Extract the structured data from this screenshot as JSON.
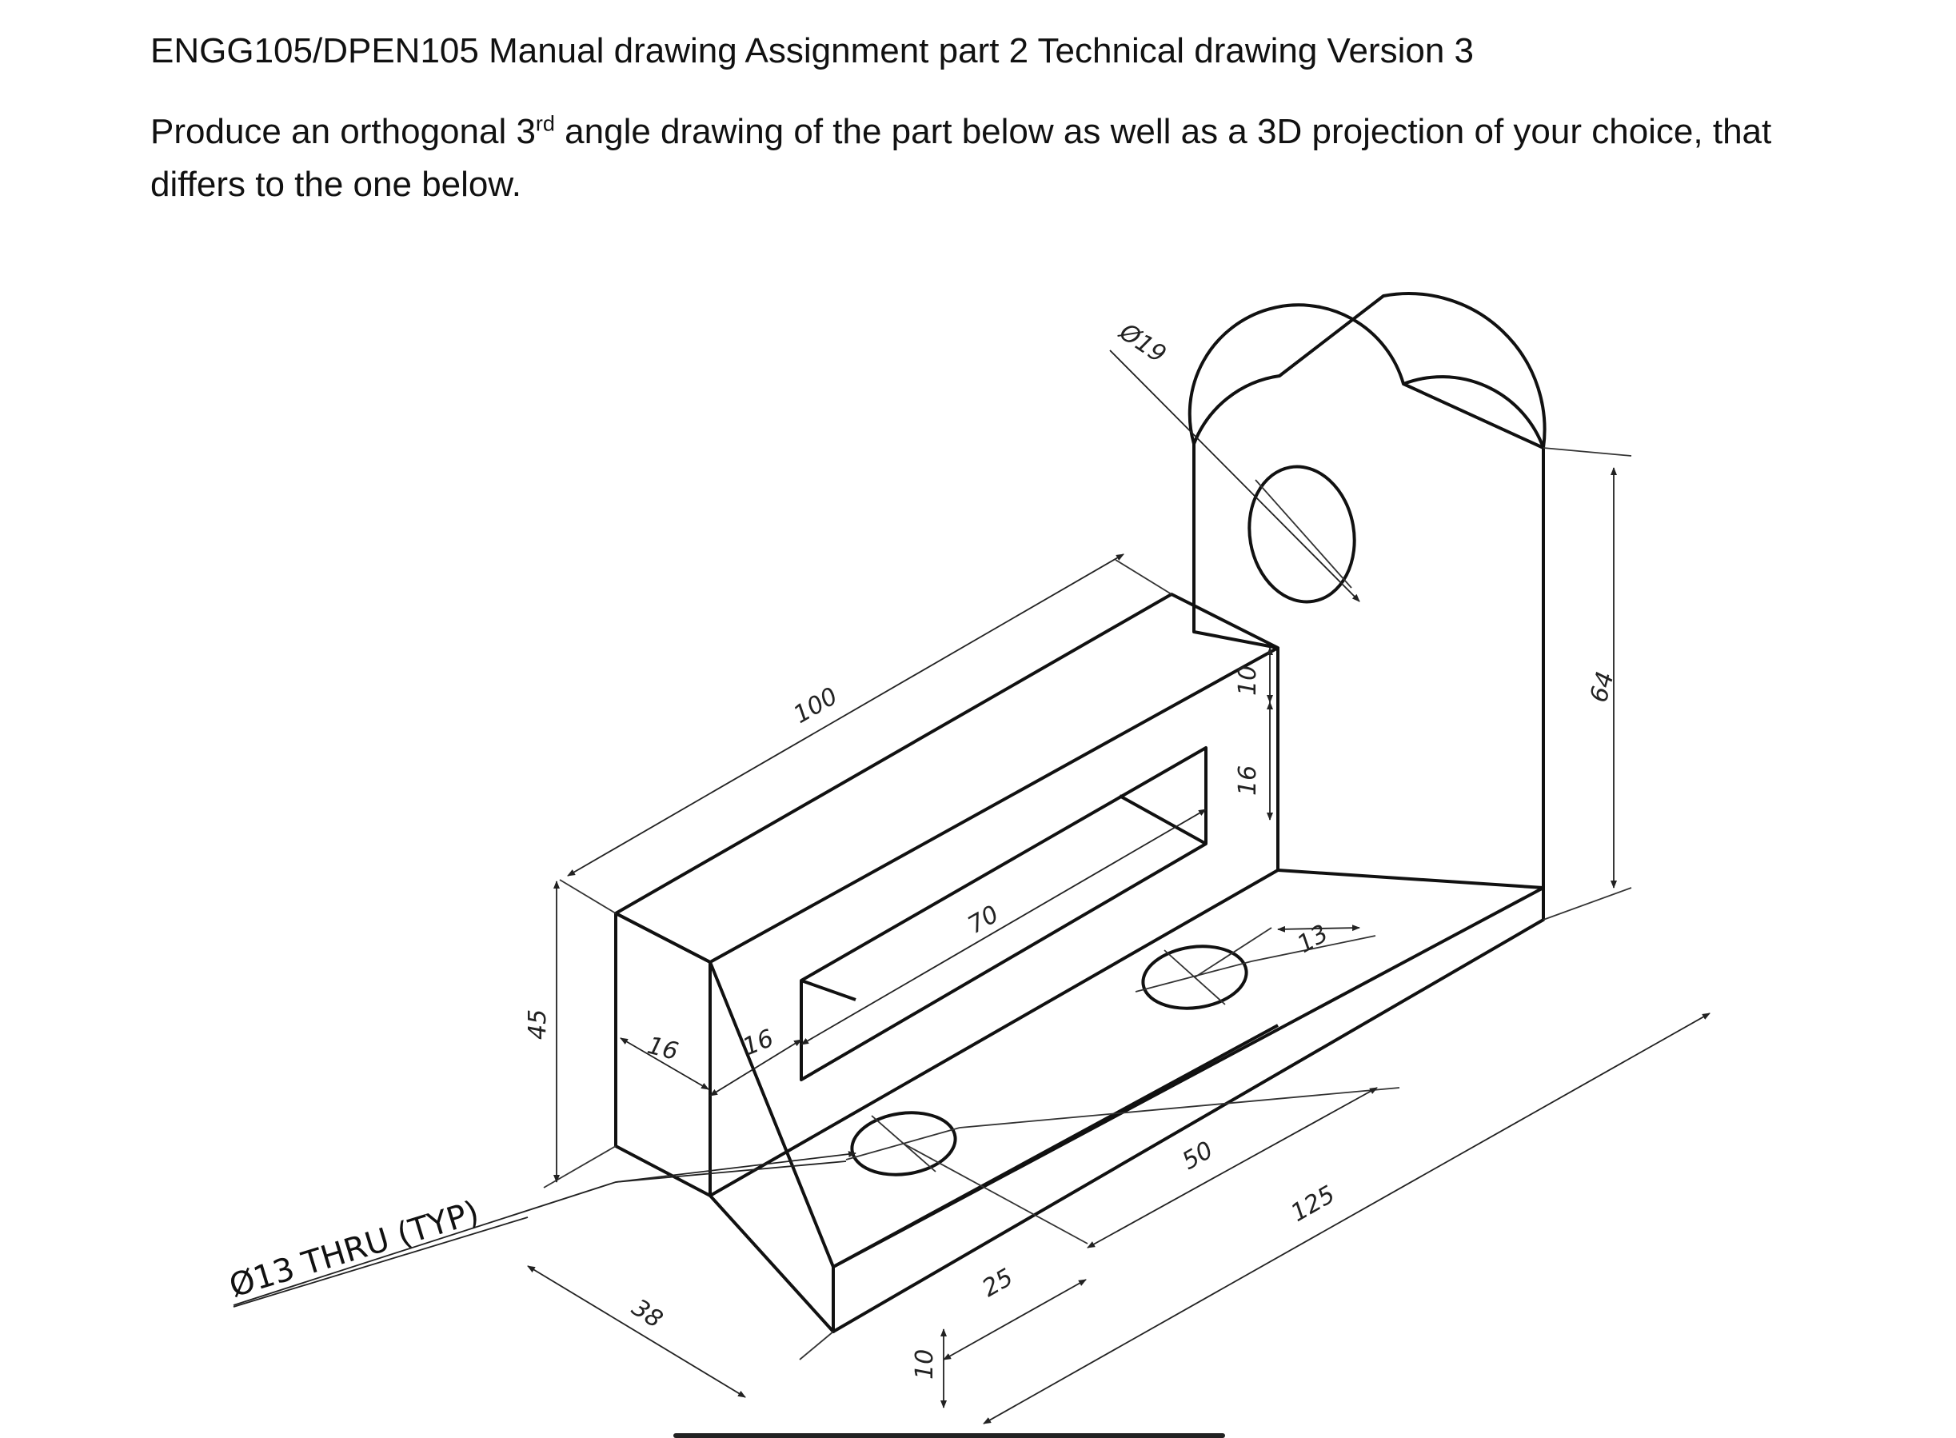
{
  "header": {
    "title": "ENGG105/DPEN105 Manual drawing Assignment part 2 Technical drawing Version 3"
  },
  "instructions": {
    "part1": "Produce an orthogonal 3",
    "superscript": "rd",
    "part2": " angle drawing of the part below as well as a 3D projection of your choice, that differs to the one below."
  },
  "drawing": {
    "callout": "Ø13 THRU (TYP)",
    "dimensions": {
      "hole_top": "Ø19",
      "length_100": "100",
      "slot_70": "70",
      "height_45": "45",
      "wall_16_left": "16",
      "wall_16_right": "16",
      "depth_38": "38",
      "base_10": "10",
      "hole_25": "25",
      "hole_50": "50",
      "total_125": "125",
      "upright_64": "64",
      "top_10": "10",
      "slot_16": "16",
      "offset_13": "13"
    }
  }
}
